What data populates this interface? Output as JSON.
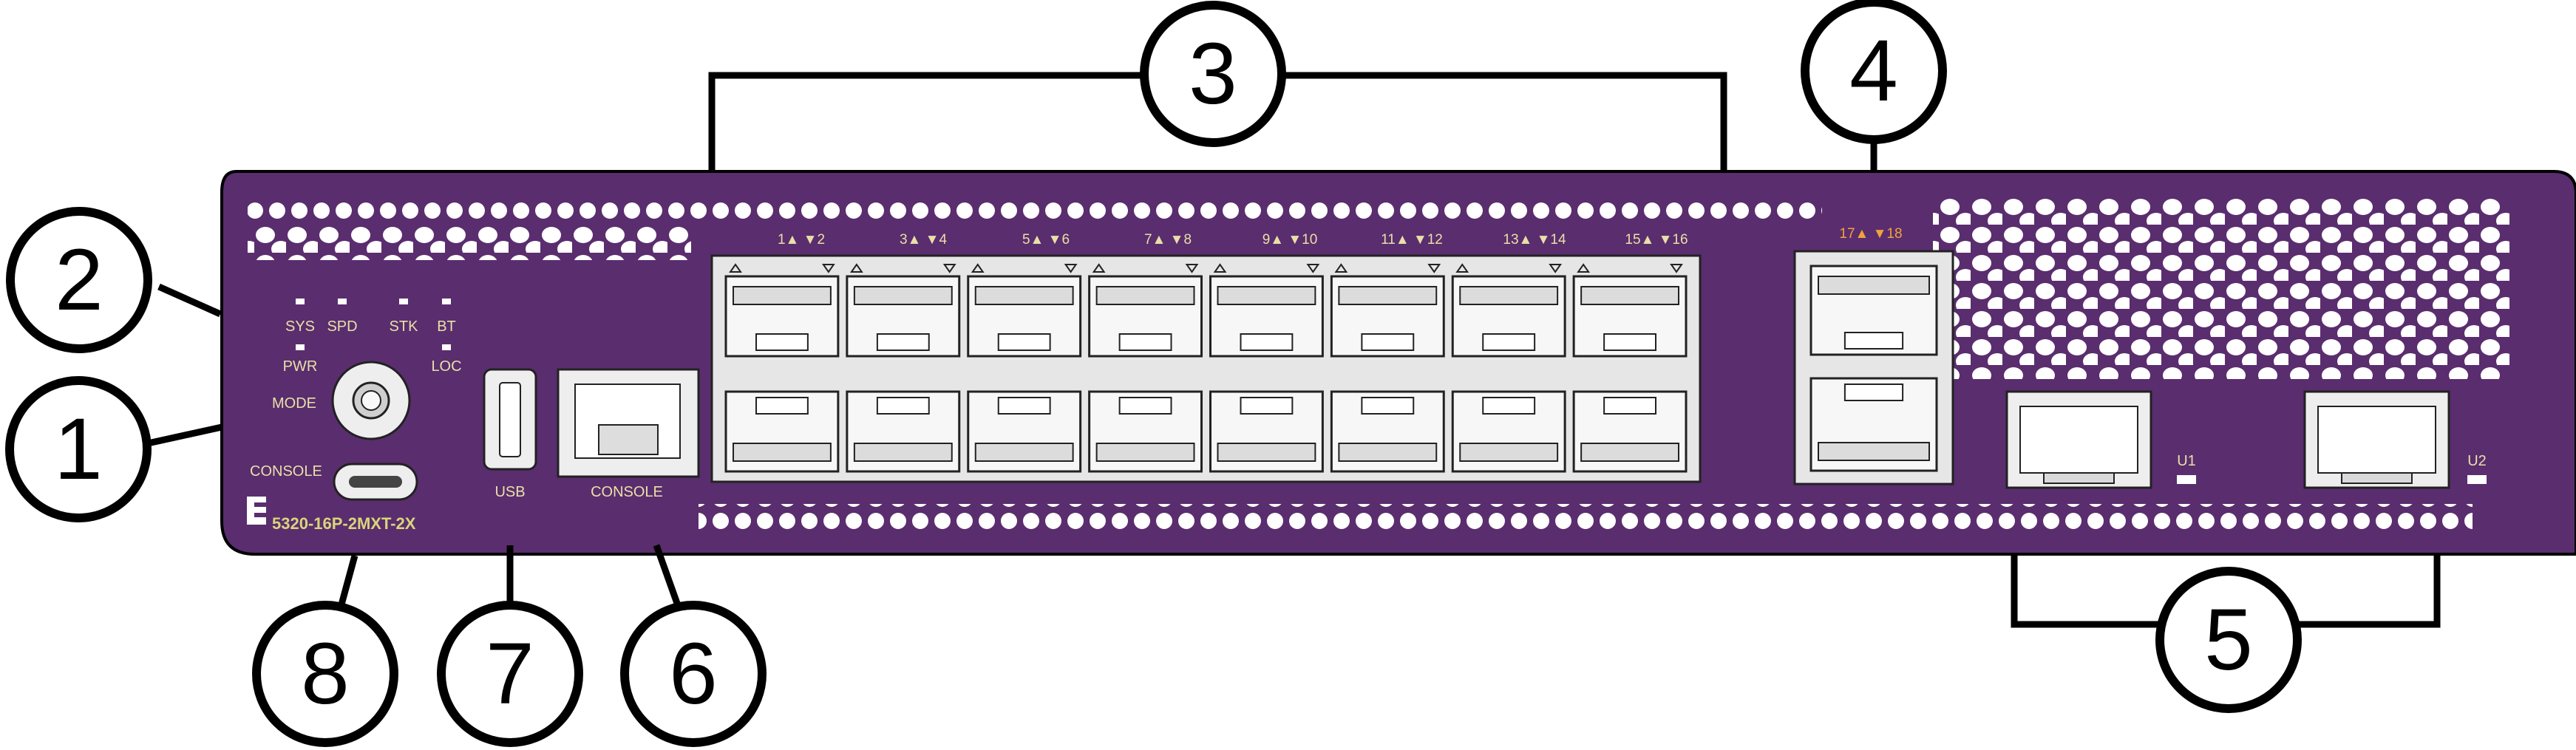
{
  "callouts": [
    "1",
    "2",
    "3",
    "4",
    "5",
    "6",
    "7",
    "8"
  ],
  "led_labels": {
    "sys": "SYS",
    "spd": "SPD",
    "stk": "STK",
    "bt": "BT",
    "pwr": "PWR",
    "loc": "LOC"
  },
  "button_labels": {
    "mode": "MODE",
    "console_left": "CONSOLE",
    "usb": "USB",
    "console_rj45": "CONSOLE"
  },
  "model": "5320-16P-2MXT-2X",
  "port_pairs": [
    "1▲ ▼2",
    "3▲ ▼4",
    "5▲ ▼6",
    "7▲ ▼8",
    "9▲ ▼10",
    "11▲ ▼12",
    "13▲ ▼14",
    "15▲ ▼16"
  ],
  "mgig_pair": "17▲ ▼18",
  "sfp_labels": [
    "U1",
    "U2"
  ],
  "colors": {
    "chassis": "#5a2d6e",
    "port_face": "#eeeeee",
    "label": "#e8e0a8",
    "accent": "#f2a23a"
  }
}
